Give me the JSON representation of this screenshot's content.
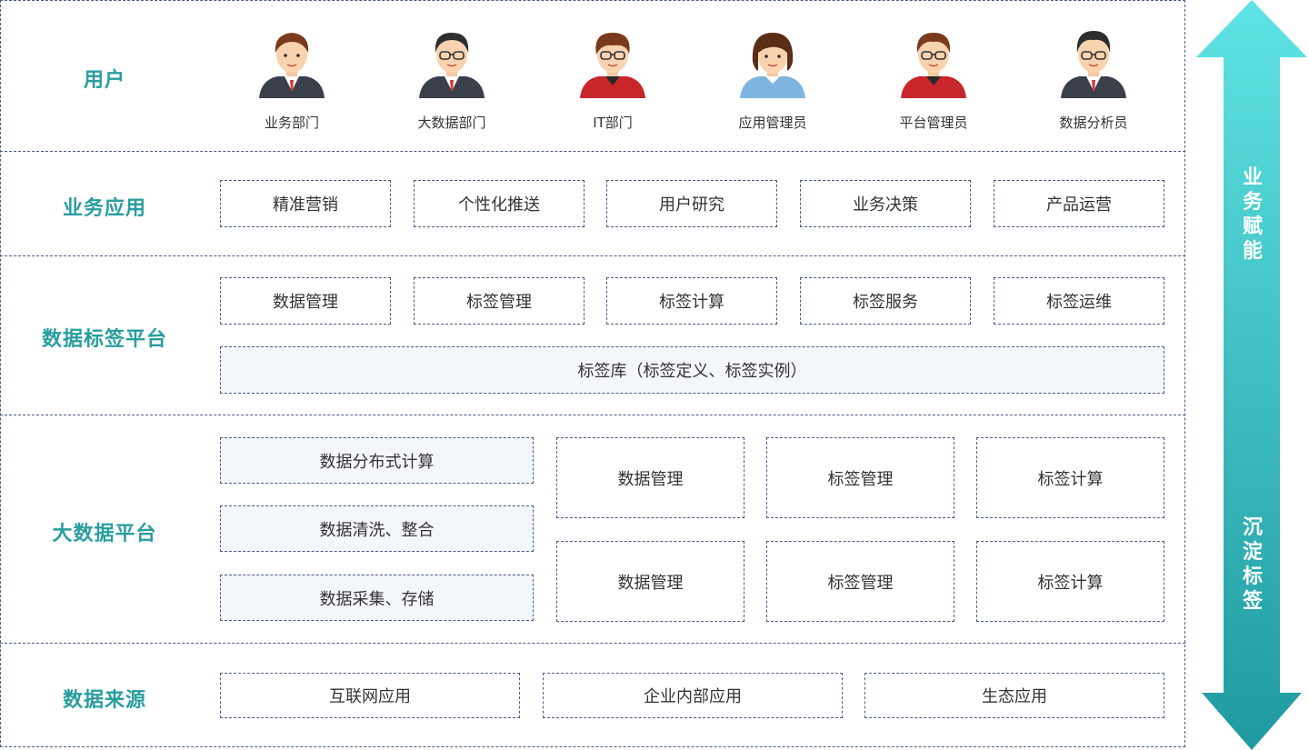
{
  "layers": {
    "users": "用户",
    "business": "业务应用",
    "tag_platform": "数据标签平台",
    "bigdata": "大数据平台",
    "sources": "数据来源"
  },
  "users": [
    {
      "name": "业务部门",
      "icon": "businessman-icon"
    },
    {
      "name": "大数据部门",
      "icon": "man-with-glasses-icon"
    },
    {
      "name": "IT部门",
      "icon": "it-staff-icon"
    },
    {
      "name": "应用管理员",
      "icon": "woman-icon"
    },
    {
      "name": "平台管理员",
      "icon": "platform-admin-icon"
    },
    {
      "name": "数据分析员",
      "icon": "analyst-icon"
    }
  ],
  "business_apps": [
    "精准营销",
    "个性化推送",
    "用户研究",
    "业务决策",
    "产品运营"
  ],
  "tag_platform": {
    "modules": [
      "数据管理",
      "标签管理",
      "标签计算",
      "标签服务",
      "标签运维"
    ],
    "library": "标签库（标签定义、标签实例）"
  },
  "bigdata": {
    "left": [
      "数据分布式计算",
      "数据清洗、整合",
      "数据采集、存储"
    ],
    "grid_row1": [
      "数据管理",
      "标签管理",
      "标签计算"
    ],
    "grid_row2": [
      "数据管理",
      "标签管理",
      "标签计算"
    ]
  },
  "sources": [
    "互联网应用",
    "企业内部应用",
    "生态应用"
  ],
  "arrow": {
    "top_text": "业务赋能",
    "bottom_text": "沉淀标签",
    "color_top": "#5fe3e3",
    "color_bottom": "#1f9aa0"
  },
  "colors": {
    "label": "#2a9d9f",
    "border": "#4a5a8a",
    "tint": "#f3f7fb"
  }
}
